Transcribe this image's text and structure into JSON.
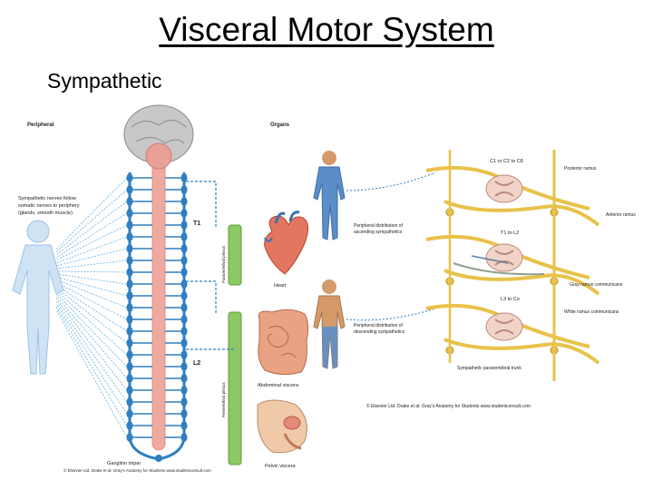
{
  "slide": {
    "title": "Visceral Motor System",
    "subtitle": "Sympathetic"
  },
  "left_panel": {
    "peripheral_heading": "Peripheral",
    "organs_heading": "Organs",
    "nerves_note": [
      "Sympathetic nerves follow",
      "somatic nerves to periphery",
      "(glands, smooth muscle)"
    ],
    "level_t1": "T1",
    "level_l2": "L2",
    "prevertebral_plexus": "Prevertebral plexus",
    "paravertebral_plexus": "Paravertebral plexus",
    "heart": "Heart",
    "abdominal_viscera": "Abdominal viscera",
    "pelvic_viscera": "Pelvic viscera",
    "ganglion_impar": "Ganglion impar",
    "copyright": "© Elsevier Ltd. Drake et al: Gray's Anatomy for Students www.studentconsult.com",
    "ascending_note": [
      "Peripheral distribution of",
      "ascending sympathetics"
    ],
    "descending_note": [
      "Peripheral distribution of",
      "descending sympathetics"
    ]
  },
  "right_panel": {
    "level_c": "C1 or C2 to C8",
    "level_t": "T1 to L2",
    "level_l": "L3 to Co",
    "posterior_ramus": "Posterior ramus",
    "anterior_ramus": "Anterior ramus",
    "gray_ramus": "Gray ramus communicans",
    "white_ramus": "White ramus communicans",
    "trunk": "Sympathetic paravertebral trunk",
    "copyright": "© Elsevier Ltd. Drake et al: Gray's Anatomy for Students www.studentconsult.com"
  },
  "colors": {
    "nerve_blue": "#2f7fc1",
    "nerve_light": "#6ab0de",
    "cord_pink": "#f0a9a0",
    "plexus_green": "#8cc863",
    "nerve_yellow": "#e8c24a",
    "body_blue": "#5b8ec9",
    "body_skin": "#d49a6a"
  }
}
